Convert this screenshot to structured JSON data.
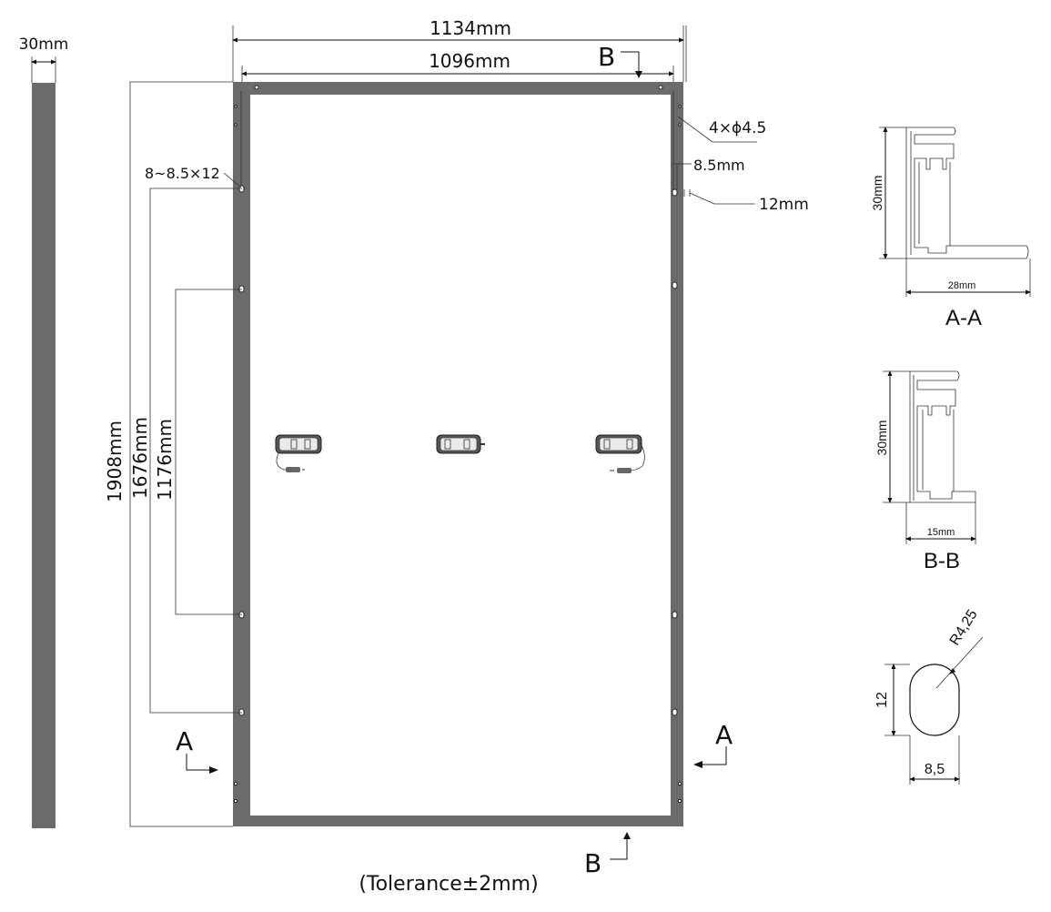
{
  "colors": {
    "frame": "#6b6b6b",
    "line": "#111111",
    "background": "#ffffff"
  },
  "front_view": {
    "overall_width": "1134mm",
    "inner_width": "1096mm",
    "overall_length": "1908mm",
    "mount_hole_spacing_outer": "1676mm",
    "mount_hole_spacing_inner": "1176mm",
    "mounting_hole_callout": "8~8.5×12",
    "drain_hole_callout": "4×ϕ4.5",
    "slot_width": "8.5mm",
    "slot_length": "12mm",
    "tolerance_note": "(Tolerance±2mm)"
  },
  "side_view": {
    "thickness": "30mm"
  },
  "section_markers": {
    "a": "A",
    "b": "B"
  },
  "section_a": {
    "title": "A-A",
    "height": "30mm",
    "width": "28mm"
  },
  "section_b": {
    "title": "B-B",
    "height": "30mm",
    "width": "15mm"
  },
  "slot_detail": {
    "radius": "R4,25",
    "length": "12",
    "width": "8,5"
  },
  "junction_boxes": [
    "left-junction-box",
    "center-junction-box",
    "right-junction-box"
  ]
}
